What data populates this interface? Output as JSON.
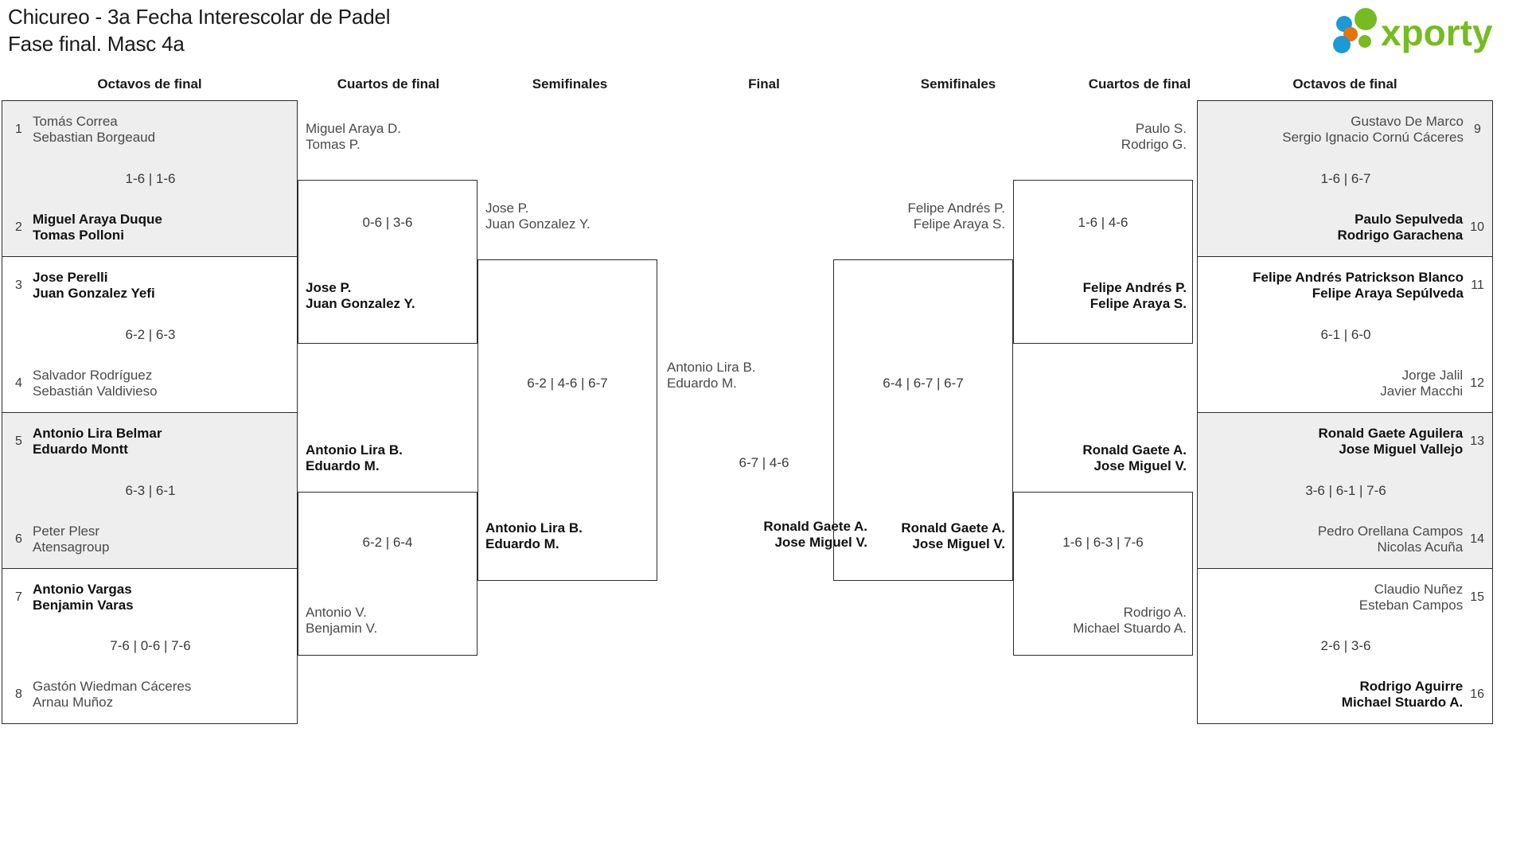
{
  "header": {
    "title_line1": "Chicureo - 3a Fecha Interescolar de Padel",
    "title_line2": "Fase final. Masc 4a",
    "logo_text": "xporty",
    "logo_colors": {
      "green": "#76bc21",
      "orange": "#e8730c",
      "blue": "#1a9ad7"
    }
  },
  "rounds": {
    "octavos_left": "Octavos de final",
    "cuartos_left": "Cuartos de final",
    "semis_left": "Semifinales",
    "final": "Final",
    "semis_right": "Semifinales",
    "cuartos_right": "Cuartos de final",
    "octavos_right": "Octavos de final"
  },
  "bracket": {
    "octavos_left": [
      {
        "shaded": true,
        "score": "1-6 | 1-6",
        "top": {
          "seed": "1",
          "p1": "Tomás Correa",
          "p2": "Sebastian Borgeaud",
          "winner": false
        },
        "bottom": {
          "seed": "2",
          "p1": "Miguel Araya Duque",
          "p2": "Tomas Polloni",
          "winner": true
        }
      },
      {
        "shaded": false,
        "score": "6-2 | 6-3",
        "top": {
          "seed": "3",
          "p1": "Jose Perelli",
          "p2": "Juan Gonzalez Yefi",
          "winner": true
        },
        "bottom": {
          "seed": "4",
          "p1": "Salvador Rodríguez",
          "p2": "Sebastián Valdivieso",
          "winner": false
        }
      },
      {
        "shaded": true,
        "score": "6-3 | 6-1",
        "top": {
          "seed": "5",
          "p1": "Antonio Lira Belmar",
          "p2": "Eduardo Montt",
          "winner": true
        },
        "bottom": {
          "seed": "6",
          "p1": "Peter Plesr",
          "p2": "Atensagroup",
          "winner": false
        }
      },
      {
        "shaded": false,
        "score": "7-6 | 0-6 | 7-6",
        "top": {
          "seed": "7",
          "p1": "Antonio Vargas",
          "p2": "Benjamin Varas",
          "winner": true
        },
        "bottom": {
          "seed": "8",
          "p1": "Gastón Wiedman Cáceres",
          "p2": "Arnau Muñoz",
          "winner": false
        }
      }
    ],
    "octavos_right": [
      {
        "shaded": true,
        "score": "1-6 | 6-7",
        "top": {
          "seed": "9",
          "p1": "Gustavo De Marco",
          "p2": "Sergio Ignacio Cornú Cáceres",
          "winner": false
        },
        "bottom": {
          "seed": "10",
          "p1": "Paulo Sepulveda",
          "p2": "Rodrigo Garachena",
          "winner": true
        }
      },
      {
        "shaded": false,
        "score": "6-1 | 6-0",
        "top": {
          "seed": "11",
          "p1": "Felipe Andrés Patrickson Blanco",
          "p2": "Felipe Araya Sepúlveda",
          "winner": true
        },
        "bottom": {
          "seed": "12",
          "p1": "Jorge Jalil",
          "p2": "Javier Macchi",
          "winner": false
        }
      },
      {
        "shaded": true,
        "score": "3-6 | 6-1 | 7-6",
        "top": {
          "seed": "13",
          "p1": "Ronald Gaete Aguilera",
          "p2": "Jose Miguel Vallejo",
          "winner": true
        },
        "bottom": {
          "seed": "14",
          "p1": "Pedro Orellana Campos",
          "p2": "Nicolas Acuña",
          "winner": false
        }
      },
      {
        "shaded": false,
        "score": "2-6 | 3-6",
        "top": {
          "seed": "15",
          "p1": "Claudio Nuñez",
          "p2": "Esteban Campos",
          "winner": false
        },
        "bottom": {
          "seed": "16",
          "p1": "Rodrigo Aguirre",
          "p2": "Michael Stuardo A.",
          "winner": true
        }
      }
    ],
    "cuartos_left": [
      {
        "score": "0-6 | 3-6",
        "top": {
          "p1": "Miguel Araya D.",
          "p2": "Tomas P.",
          "winner": false
        },
        "bottom": {
          "p1": "Jose P.",
          "p2": "Juan Gonzalez Y.",
          "winner": true
        }
      },
      {
        "score": "6-2 | 6-4",
        "top": {
          "p1": "Antonio Lira B.",
          "p2": "Eduardo M.",
          "winner": true
        },
        "bottom": {
          "p1": "Antonio V.",
          "p2": "Benjamin V.",
          "winner": false
        }
      }
    ],
    "cuartos_right": [
      {
        "score": "1-6 | 4-6",
        "top": {
          "p1": "Paulo S.",
          "p2": "Rodrigo G.",
          "winner": false
        },
        "bottom": {
          "p1": "Felipe Andrés P.",
          "p2": "Felipe Araya S.",
          "winner": true
        }
      },
      {
        "score": "1-6 | 6-3 | 7-6",
        "top": {
          "p1": "Ronald Gaete A.",
          "p2": "Jose Miguel V.",
          "winner": true
        },
        "bottom": {
          "p1": "Rodrigo A.",
          "p2": "Michael Stuardo A.",
          "winner": false
        }
      }
    ],
    "semis_left": [
      {
        "score": "6-2 | 4-6 | 6-7",
        "top": {
          "p1": "Jose P.",
          "p2": "Juan Gonzalez Y.",
          "winner": false
        },
        "bottom": {
          "p1": "Antonio Lira B.",
          "p2": "Eduardo M.",
          "winner": true
        }
      }
    ],
    "semis_right": [
      {
        "score": "6-4 | 6-7 | 6-7",
        "top": {
          "p1": "Felipe Andrés P.",
          "p2": "Felipe Araya S.",
          "winner": false
        },
        "bottom": {
          "p1": "Ronald Gaete A.",
          "p2": "Jose Miguel V.",
          "winner": true
        }
      }
    ],
    "final": {
      "score": "6-7 | 4-6",
      "left": {
        "p1": "Antonio Lira B.",
        "p2": "Eduardo M.",
        "winner": false
      },
      "right": {
        "p1": "Ronald Gaete A.",
        "p2": "Jose Miguel V.",
        "winner": true
      }
    }
  }
}
